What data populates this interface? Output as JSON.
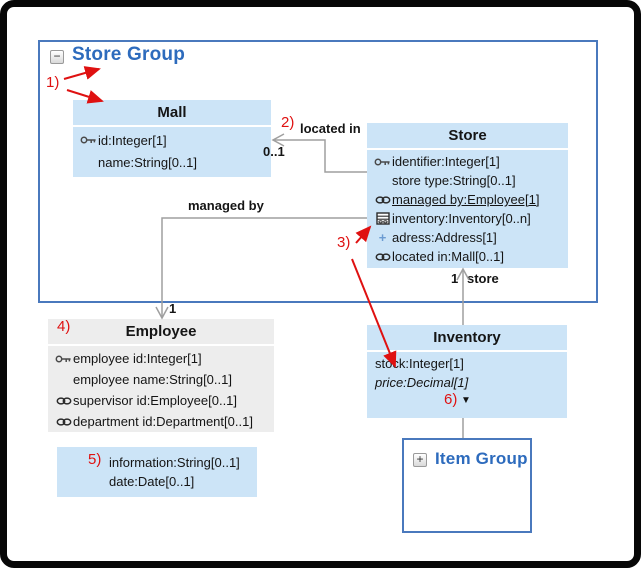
{
  "diagram": {
    "store_group": {
      "title": "Store Group",
      "collapse_glyph": "−"
    },
    "item_group": {
      "title": "Item Group",
      "expand_glyph": "+"
    },
    "classes": {
      "mall": {
        "title": "Mall",
        "attributes": [
          {
            "icon": "key-icon",
            "text": "id:Integer[1]"
          },
          {
            "icon": "none",
            "text": "name:String[0..1]"
          }
        ]
      },
      "store": {
        "title": "Store",
        "attributes": [
          {
            "icon": "key-icon",
            "text": "identifier:Integer[1]"
          },
          {
            "icon": "none",
            "text": "store type:String[0..1]"
          },
          {
            "icon": "link-icon",
            "text": "managed by:Employee[1]",
            "underline": true
          },
          {
            "icon": "table-icon",
            "text": "inventory:Inventory[0..n]"
          },
          {
            "icon": "plus-icon",
            "text": "adress:Address[1]"
          },
          {
            "icon": "link-icon",
            "text": "located in:Mall[0..1]"
          }
        ]
      },
      "employee": {
        "title": "Employee",
        "attributes": [
          {
            "icon": "key-icon",
            "text": "employee id:Integer[1]"
          },
          {
            "icon": "none",
            "text": "employee name:String[0..1]"
          },
          {
            "icon": "link-icon",
            "text": "supervisor id:Employee[0..1]"
          },
          {
            "icon": "link-icon",
            "text": "department id:Department[0..1]"
          }
        ]
      },
      "inventory": {
        "title": "Inventory",
        "attributes": [
          {
            "icon": "none",
            "text": "stock:Integer[1]"
          },
          {
            "icon": "none",
            "text": "price:Decimal[1]",
            "italic": true
          }
        ]
      },
      "attribute_box": {
        "attributes": [
          {
            "text": "information:String[0..1]"
          },
          {
            "text": "date:Date[0..1]"
          }
        ]
      }
    },
    "edges": {
      "located_in": {
        "label": "located in",
        "multiplicity": "0..1"
      },
      "managed_by": {
        "label": "managed by",
        "multiplicity": "1"
      },
      "store_inventory": {
        "multiplicity": "1",
        "role": "store"
      }
    },
    "annotations": {
      "n1": "1)",
      "n2": "2)",
      "n3": "3)",
      "n4": "4)",
      "n5": "5)",
      "n6": "6)"
    },
    "controls": {
      "dropdown_glyph": "▼"
    },
    "colors": {
      "class_fill": "#cce4f7",
      "employee_fill": "#ededed",
      "group_border": "#4a79bd",
      "group_title_text": "#2d6bbd",
      "edge_line": "#9f9f9f",
      "annotation_red": "#df1111",
      "frame_black": "#070707"
    }
  }
}
